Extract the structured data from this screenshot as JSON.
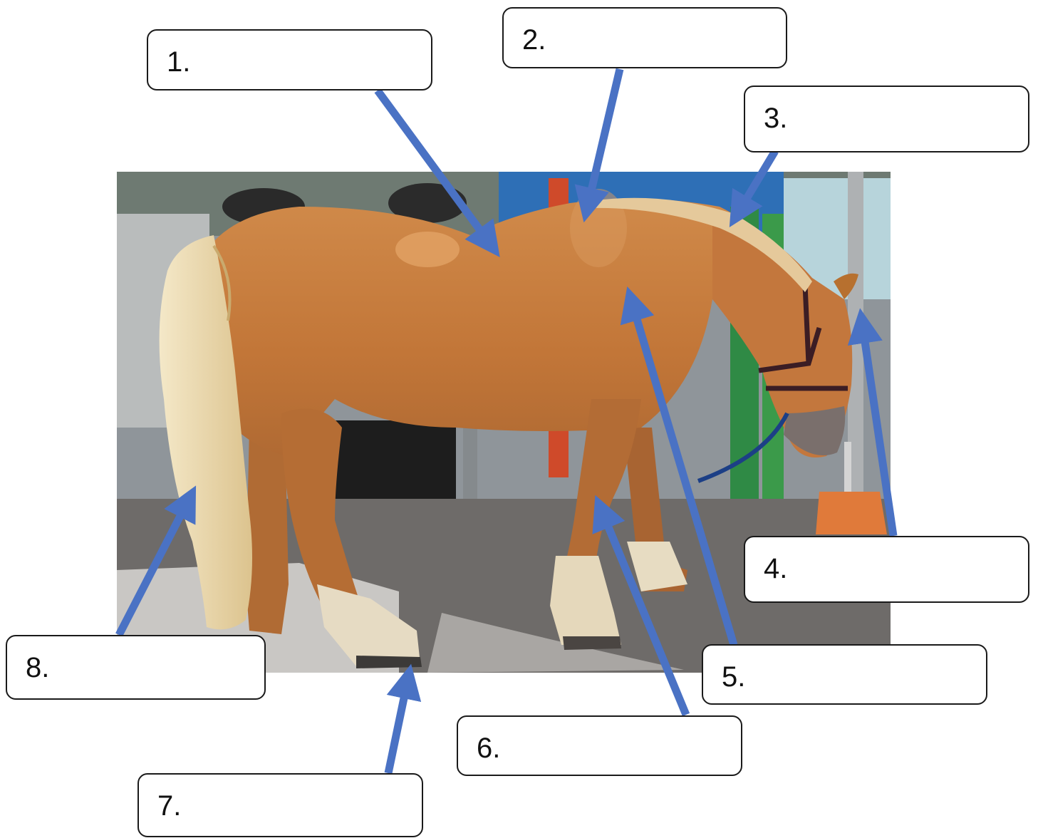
{
  "photo": {
    "subject": "chestnut draft horse standing in a yard",
    "colors": {
      "coat": "#c6783d",
      "mane_tail": "#ead7a8",
      "ground": "#6f6c6a",
      "arrow": "#4a72c4"
    }
  },
  "labels": [
    {
      "number": "1.",
      "answer": ""
    },
    {
      "number": "2.",
      "answer": ""
    },
    {
      "number": "3.",
      "answer": ""
    },
    {
      "number": "4.",
      "answer": ""
    },
    {
      "number": "5.",
      "answer": ""
    },
    {
      "number": "6.",
      "answer": ""
    },
    {
      "number": "7.",
      "answer": ""
    },
    {
      "number": "8.",
      "answer": ""
    }
  ],
  "arrow_icon": "arrow-pointer"
}
